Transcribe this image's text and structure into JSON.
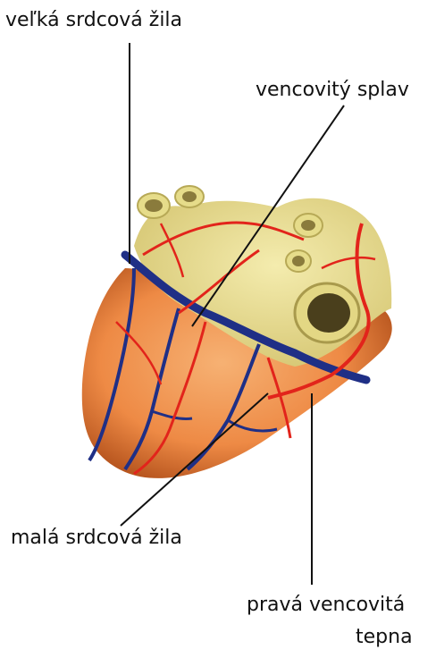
{
  "labels": {
    "great_cardiac_vein": "veľká srdcová žila",
    "coronary_sinus": "vencovitý splav",
    "small_cardiac_vein": "malá srdcová žila",
    "right_coronary_artery_line1": "pravá vencovitá",
    "right_coronary_artery_line2": "tepna"
  },
  "colors": {
    "artery": "#e2241b",
    "vein": "#1f2f86",
    "heart_muscle": "#f29a52",
    "heart_fat": "#e9df8e",
    "leader_line": "#111111"
  }
}
